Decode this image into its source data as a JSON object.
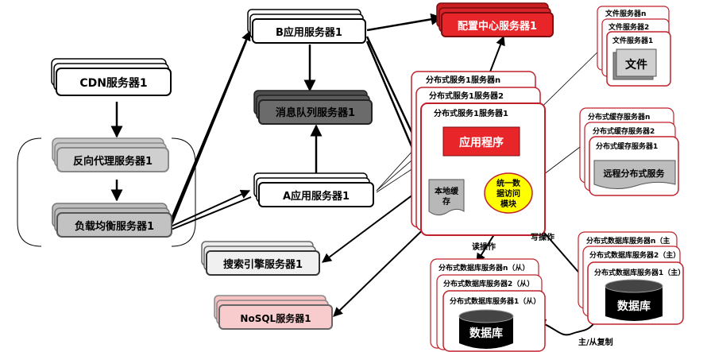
{
  "nodes": {
    "cdn": "CDN服务器1",
    "reverse_proxy": "反向代理服务器1",
    "load_balancer": "负载均衡服务器1",
    "b_app": "B应用服务器1",
    "mq": "消息队列服务器1",
    "a_app": "A应用服务器1",
    "search": "搜索引擎服务器1",
    "nosql": "NoSQL服务器1",
    "config": "配置中心服务器1",
    "dist_service_n": "分布式服务1服务器n",
    "dist_service_2": "分布式服务1服务器2",
    "dist_service_1": "分布式服务1服务器1",
    "app_program": "应用程序",
    "local_cache_line1": "本地缓",
    "local_cache_line2": "存",
    "uda_line1": "统一数",
    "uda_line2": "据访问",
    "uda_line3": "模块",
    "file_n": "文件服务器n",
    "file_2": "文件服务器2",
    "file_1": "文件服务器1",
    "file_doc": "文件",
    "cache_n": "分布式缓存服务器n",
    "cache_2": "分布式缓存服务器2",
    "cache_1": "分布式缓存服务器1",
    "remote_service": "远程分布式服务",
    "db_slave_n": "分布式数据库服务器n（从）",
    "db_slave_2": "分布式数据库服务器2（从）",
    "db_slave_1": "分布式数据库服务器1（从）",
    "db_slave_cyl": "数据库",
    "db_master_n": "分布式数据库服务器n（主",
    "db_master_2": "分布式数据库服务器2（主）",
    "db_master_1": "分布式数据库服务器1（主）",
    "db_master_cyl": "数据库",
    "read_op": "读操作",
    "write_op": "写操作",
    "replication": "主/从复制"
  },
  "colors": {
    "white_box": "#ffffff",
    "gray_box": "#c8c8c8",
    "dark_box": "#6b6b6b",
    "red_box": "#e8262a",
    "pink_box": "#f7c9c9",
    "yellow": "#ffff00",
    "line": "#000000",
    "container_border": "#c0202a"
  }
}
